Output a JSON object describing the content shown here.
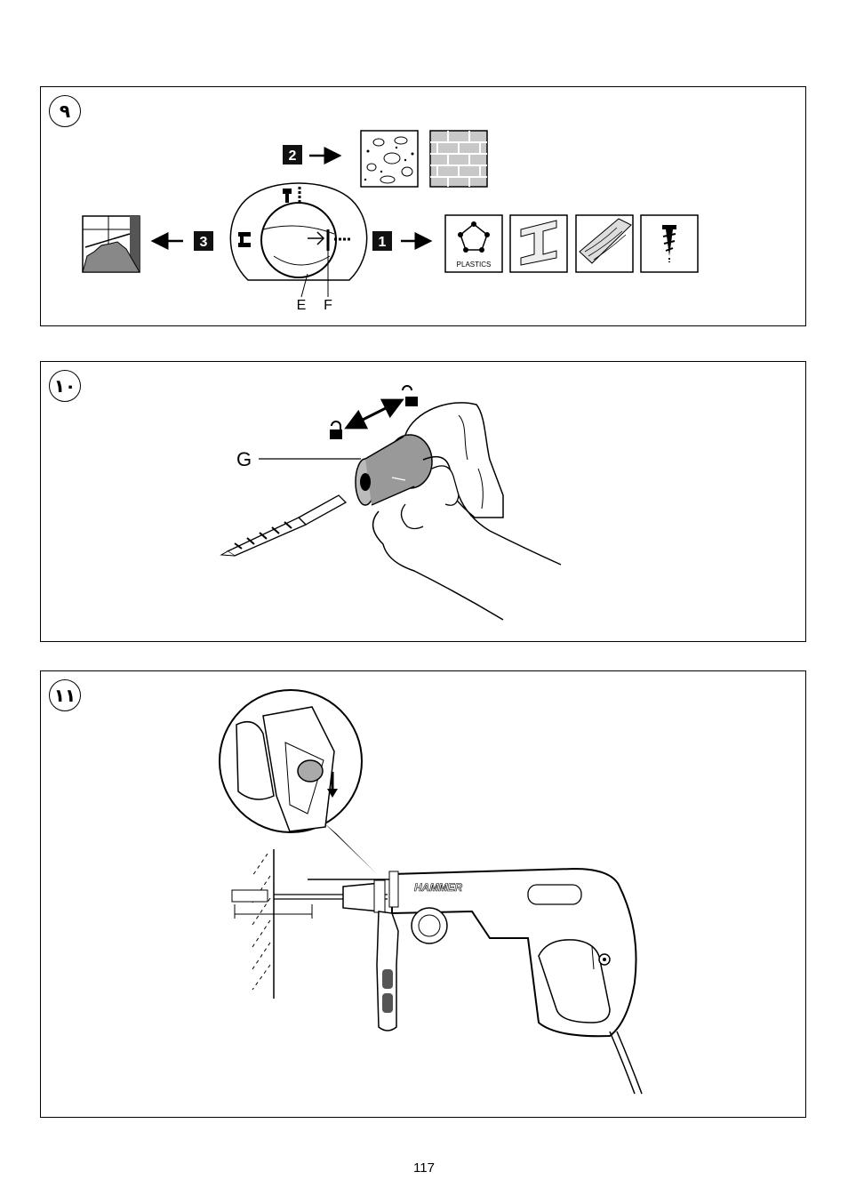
{
  "figures": {
    "fig9": {
      "number": "٩",
      "steps": [
        "2",
        "3",
        "1"
      ],
      "labels": {
        "e": "E",
        "f": "F"
      },
      "plastics_label": "PLASTICS"
    },
    "fig10": {
      "number": "١٠",
      "label_g": "G"
    },
    "fig11": {
      "number": "١١",
      "brand_text": "HAMMER"
    }
  },
  "page_number": "117"
}
